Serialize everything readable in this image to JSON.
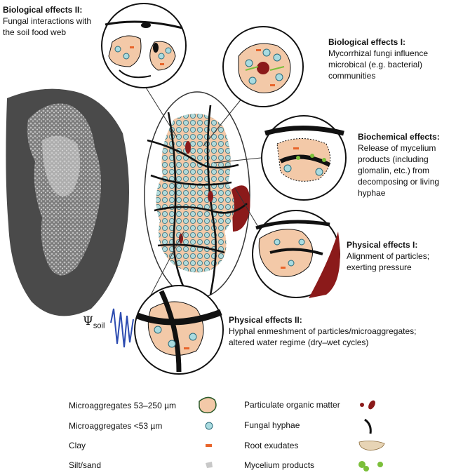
{
  "labels": {
    "bio2": {
      "title": "Biological effects II:",
      "body": [
        "Fungal interactions with",
        "the soil food web"
      ]
    },
    "bio1": {
      "title": "Biological effects I:",
      "body": [
        "Mycorrhizal fungi influence",
        "microbical (e.g. bacterial)",
        "communities"
      ]
    },
    "biochem": {
      "title": "Biochemical effects:",
      "body": [
        "Release of mycelium",
        "products (including",
        "glomalin, etc.) from",
        "decomposing or living",
        "hyphae"
      ]
    },
    "phys1": {
      "title": "Physical effects I:",
      "body": [
        "Alignment of particles;",
        "exerting pressure"
      ]
    },
    "phys2": {
      "title": "Physical effects II:",
      "body": [
        "Hyphal enmeshment of particles/microaggregates;",
        "altered water regime (dry–wet cycles)"
      ]
    }
  },
  "psi": {
    "symbol": "Ψ",
    "sub": "soil"
  },
  "legend": {
    "left": [
      "Microaggregates 53–250 µm",
      "Microaggregates <53 µm",
      "Clay",
      "Silt/sand"
    ],
    "right": [
      "Particulate organic matter",
      "Fungal hyphae",
      "Root exudates",
      "Mycelium products"
    ]
  },
  "colors": {
    "aggregate_fill": "#f3c9a8",
    "microaggregate_small": "#a9dbe0",
    "clay": "#e8642a",
    "silt_sand": "#c8c8c8",
    "organic_matter": "#8b1a1a",
    "hyphae": "#111111",
    "mycelium_products": "#7bbf3a",
    "water_wave": "#2c4bb0"
  }
}
